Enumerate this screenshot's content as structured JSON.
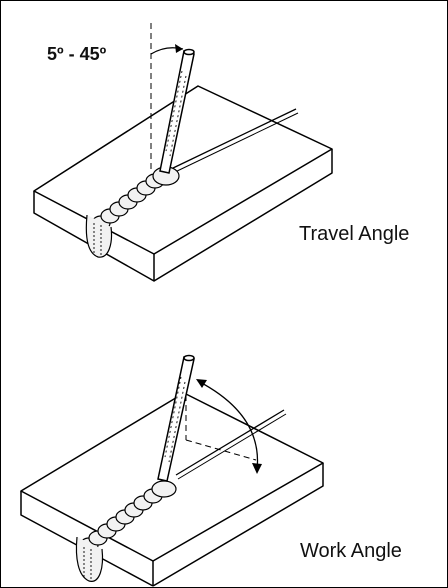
{
  "diagram": {
    "travel": {
      "angle_label": "5º - 45º",
      "caption": "Travel Angle"
    },
    "work": {
      "caption": "Work Angle"
    }
  }
}
